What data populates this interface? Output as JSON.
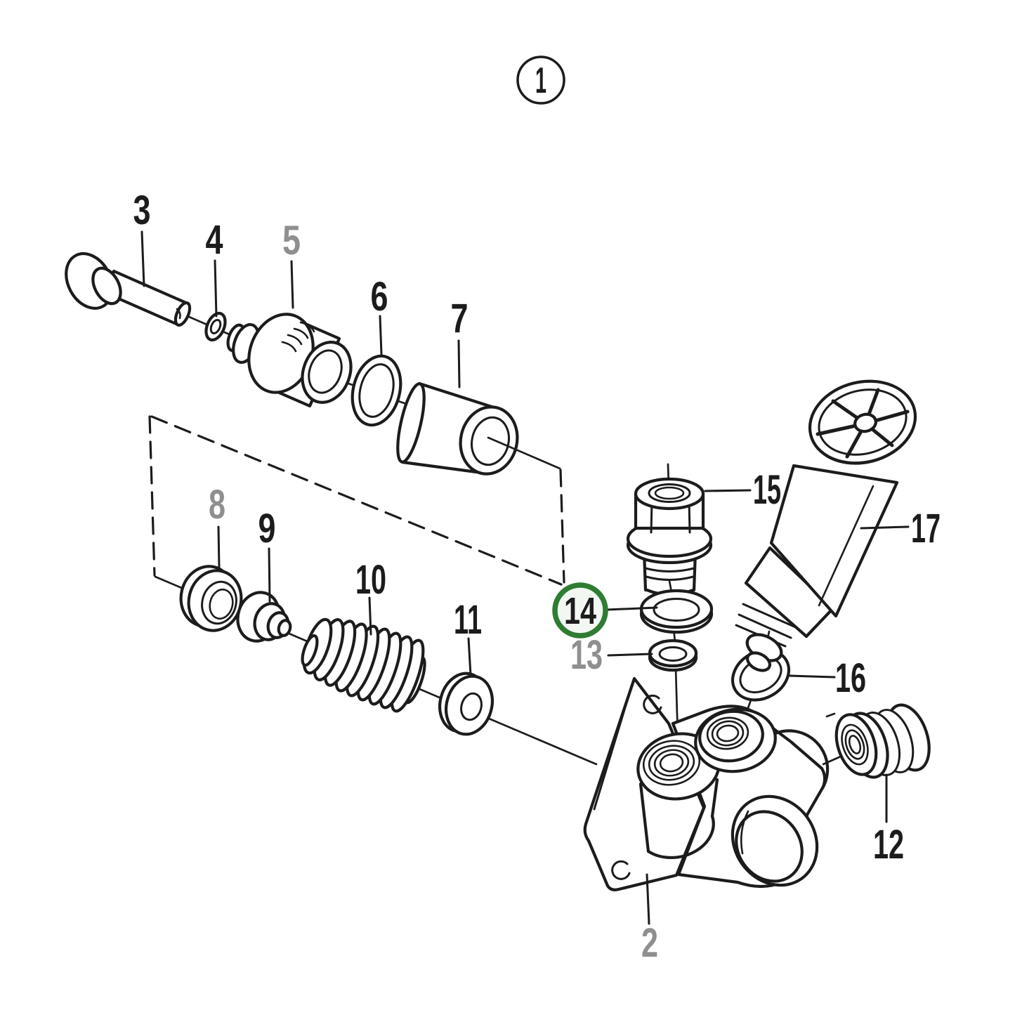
{
  "assembly_callout": {
    "number": "1"
  },
  "highlight": {
    "part_number": "14",
    "ring_color": "#2e7d32",
    "fill_color": "#f3f7f2"
  },
  "colors": {
    "line": "#1c1c1c",
    "label_black": "#1c1c1c",
    "label_gray": "#8f8f8f",
    "background": "#ffffff"
  },
  "parts": [
    {
      "number": "2",
      "label_shade": "gray",
      "highlighted": false
    },
    {
      "number": "3",
      "label_shade": "black",
      "highlighted": false
    },
    {
      "number": "4",
      "label_shade": "black",
      "highlighted": false
    },
    {
      "number": "5",
      "label_shade": "gray",
      "highlighted": false
    },
    {
      "number": "6",
      "label_shade": "black",
      "highlighted": false
    },
    {
      "number": "7",
      "label_shade": "black",
      "highlighted": false
    },
    {
      "number": "8",
      "label_shade": "gray",
      "highlighted": false
    },
    {
      "number": "9",
      "label_shade": "black",
      "highlighted": false
    },
    {
      "number": "10",
      "label_shade": "black",
      "highlighted": false
    },
    {
      "number": "11",
      "label_shade": "black",
      "highlighted": false
    },
    {
      "number": "12",
      "label_shade": "black",
      "highlighted": false
    },
    {
      "number": "13",
      "label_shade": "gray",
      "highlighted": false
    },
    {
      "number": "14",
      "label_shade": "black",
      "highlighted": true
    },
    {
      "number": "15",
      "label_shade": "black",
      "highlighted": false
    },
    {
      "number": "16",
      "label_shade": "black",
      "highlighted": false
    },
    {
      "number": "17",
      "label_shade": "black",
      "highlighted": false
    }
  ]
}
